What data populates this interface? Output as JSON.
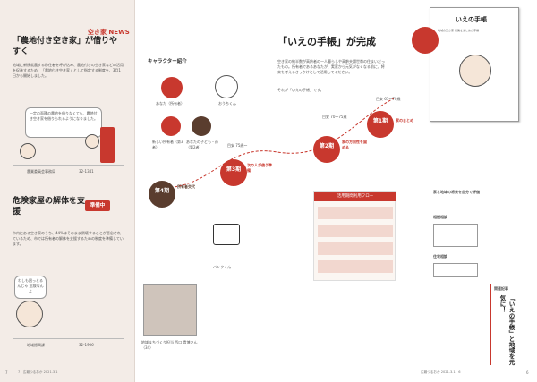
{
  "news_label": "空き家 NEWS",
  "article1": {
    "title": "「農地付き空き家」が借りやすく",
    "body": "地域に新規就農する移住者を呼び込み、農地付きの空き家などの活用を促進するため、「農地付き空き家」として指定する制度を、3月1日から開始しました。",
    "bubble": "一定の面積の農地を借りなくても、農地付き空き家を借りられるようになりました。",
    "contact": "農業委員会事務局",
    "phone": "32-1341"
  },
  "article2": {
    "title": "危険家屋の解体を支援",
    "badge": "準備中",
    "body": "市内にある空き家のうち、44%はそのまま倒壊することが懸念されているため、市では所有者の解体を支援するための制度を準備しています。",
    "bubble": "わしも困っとるんじゃ 危険なんよ",
    "contact": "地域振興課",
    "phone": "32-1906"
  },
  "handbook": {
    "title": "「いえの手帳」が完成",
    "intro": "空き家の約半数が高齢者の一人暮らしや高齢夫婦世帯の住まいだったもの。所有者であるあなたが、実家から元気がなくなる前に、将来を考えるきっかけとして活用してください。",
    "intro_end": "それが「いえの手帳」です。",
    "cover_title": "いえの手帳",
    "cover_badge": "地域の空き家 対策をまとめた手帳",
    "caption_right": "家と地域の将来を自分で評価",
    "legend_chart": "相続相談",
    "legend_home": "住宅相談"
  },
  "characters": {
    "heading": "キャラクター紹介",
    "items": [
      {
        "role": "あなた（所有者）"
      },
      {
        "role": "おうちくん"
      },
      {
        "role": "新しい所有者（第3者）"
      },
      {
        "role": "あなたの子ども・孫（第2者）"
      },
      {
        "role": "バンクくん"
      }
    ]
  },
  "stages": [
    {
      "num": "第1期",
      "name": "家のまとめ",
      "age": "目安 65〜70歳",
      "color": "#c8382e"
    },
    {
      "num": "第2期",
      "name": "家の方向性を固める",
      "age": "目安 70〜75歳",
      "color": "#c8382e"
    },
    {
      "num": "第3期",
      "name": "次の人が使う準備",
      "age": "目安 75歳〜",
      "color": "#c8382e"
    },
    {
      "num": "第4期",
      "name": "所有者交代",
      "age": "",
      "color": "#5a3d2e"
    }
  ],
  "flow_title": "活用期間利用フロー",
  "interview": {
    "heading": "関連記事",
    "title": "「いえの手帳」と地域を元気に！",
    "person": "地域まちづくり担当 西口 貴博さん（34）"
  },
  "footer": {
    "left": "7　広報つるおか 2021.3.1",
    "left_num": "7",
    "right": "広報つるおか 2021.3.1　6",
    "right_num": "6"
  },
  "colors": {
    "accent": "#c8382e",
    "dark": "#5a3d2e",
    "beige": "#f3ece7"
  }
}
